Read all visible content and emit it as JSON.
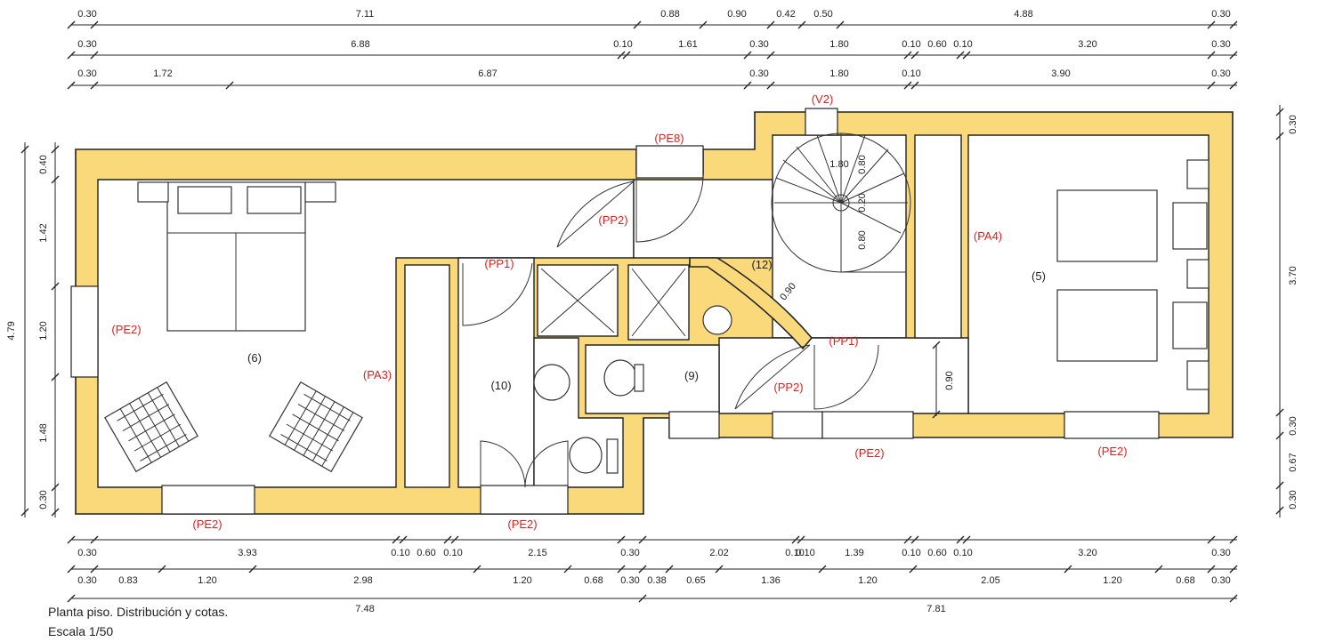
{
  "caption": {
    "title": "Planta piso. Distribución y cotas.",
    "scale": "Escala 1/50"
  },
  "rooms": {
    "r6": "(6)",
    "r10": "(10)",
    "r9": "(9)",
    "r12": "(12)",
    "r5": "(5)"
  },
  "openings": {
    "pe8": "(PE8)",
    "v2": "(V2)",
    "pp2_top": "(PP2)",
    "pp1_left": "(PP1)",
    "pa4": "(PA4)",
    "pe2_left_wall": "(PE2)",
    "pa3": "(PA3)",
    "pp1_right": "(PP1)",
    "pp2_low": "(PP2)",
    "pe2_bottom_left": "(PE2)",
    "pe2_bottom_mid": "(PE2)",
    "pe2_bottom_c": "(PE2)",
    "pe2_bottom_right": "(PE2)"
  },
  "stair": {
    "d1": "1.80",
    "d2": "0.80",
    "d3": "0.20",
    "d4": "0.80",
    "d5": "0.90"
  },
  "dims": {
    "top1": [
      "0.30",
      "7.11",
      "0.88",
      "0.90",
      "0.42",
      "0.50",
      "4.88",
      "0.30"
    ],
    "top2": [
      "0.30",
      "6.88",
      "0.10",
      "1.61",
      "0.30",
      "1.80",
      "0.10",
      "0.60",
      "0.10",
      "3.20",
      "0.30"
    ],
    "top3": [
      "0.30",
      "1.72",
      "6.87",
      "0.30",
      "1.80",
      "0.10",
      "3.90",
      "0.30"
    ],
    "left": [
      "0.40",
      "1.42",
      "1.20",
      "1.48",
      "0.30"
    ],
    "left_total": "4.79",
    "right": [
      "0.30",
      "3.70",
      "0.30",
      "0.67",
      "0.30"
    ],
    "inner_v": "0.90",
    "bot1": [
      "0.30",
      "3.93",
      "0.10",
      "0.60",
      "0.10",
      "2.15",
      "0.30",
      "2.02",
      "0.10",
      "0.10",
      "1.39",
      "0.10",
      "0.60",
      "0.10",
      "3.20",
      "0.30"
    ],
    "bot2": [
      "0.30",
      "0.83",
      "1.20",
      "2.98",
      "1.20",
      "0.68",
      "0.30",
      "0.38",
      "0.65",
      "1.36",
      "1.20",
      "2.05",
      "1.20",
      "0.68",
      "0.30"
    ],
    "bot3": [
      "7.48",
      "7.81"
    ]
  },
  "colors": {
    "wall": "#fad97a",
    "label": "#e0201e"
  }
}
